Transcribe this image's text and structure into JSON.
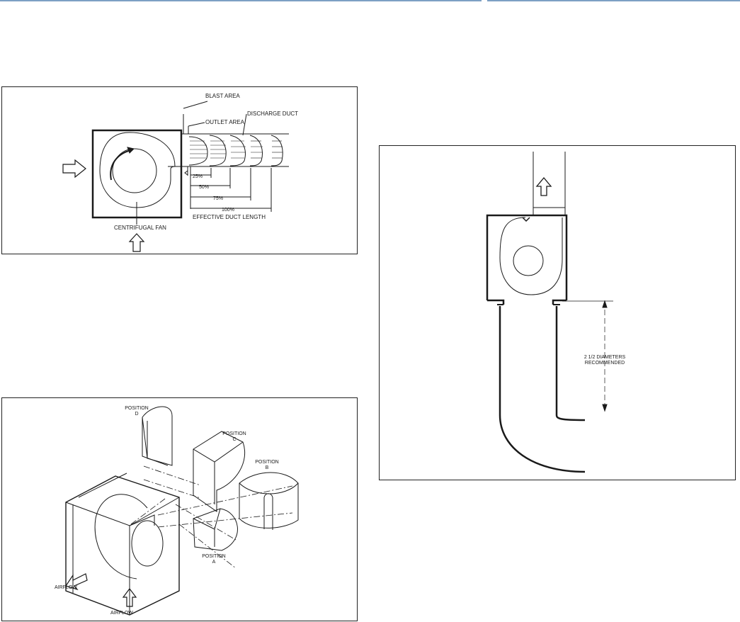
{
  "colors": {
    "header_rule": "#7da0c4",
    "line": "#1a1a1a"
  },
  "fig_centrifugal": {
    "labels": {
      "blast_area": "BLAST AREA",
      "outlet_area": "OUTLET AREA",
      "discharge_duct": "DISCHARGE DUCT",
      "fan": "CENTRIFUGAL FAN",
      "effective_length": "EFFECTIVE DUCT LENGTH"
    },
    "percentages": [
      "25%",
      "50%",
      "75%",
      "100%"
    ]
  },
  "fig_inlet": {
    "label_line1": "2 1/2 DIAMETERS",
    "label_line2": "RECOMMENDED"
  },
  "fig_positions": {
    "position_d": [
      "POSITION",
      "D"
    ],
    "position_c": [
      "POSITION",
      "C"
    ],
    "position_b": [
      "POSITION",
      "B"
    ],
    "position_a": [
      "POSITION",
      "A"
    ],
    "airflow": "AIRFLOW"
  }
}
